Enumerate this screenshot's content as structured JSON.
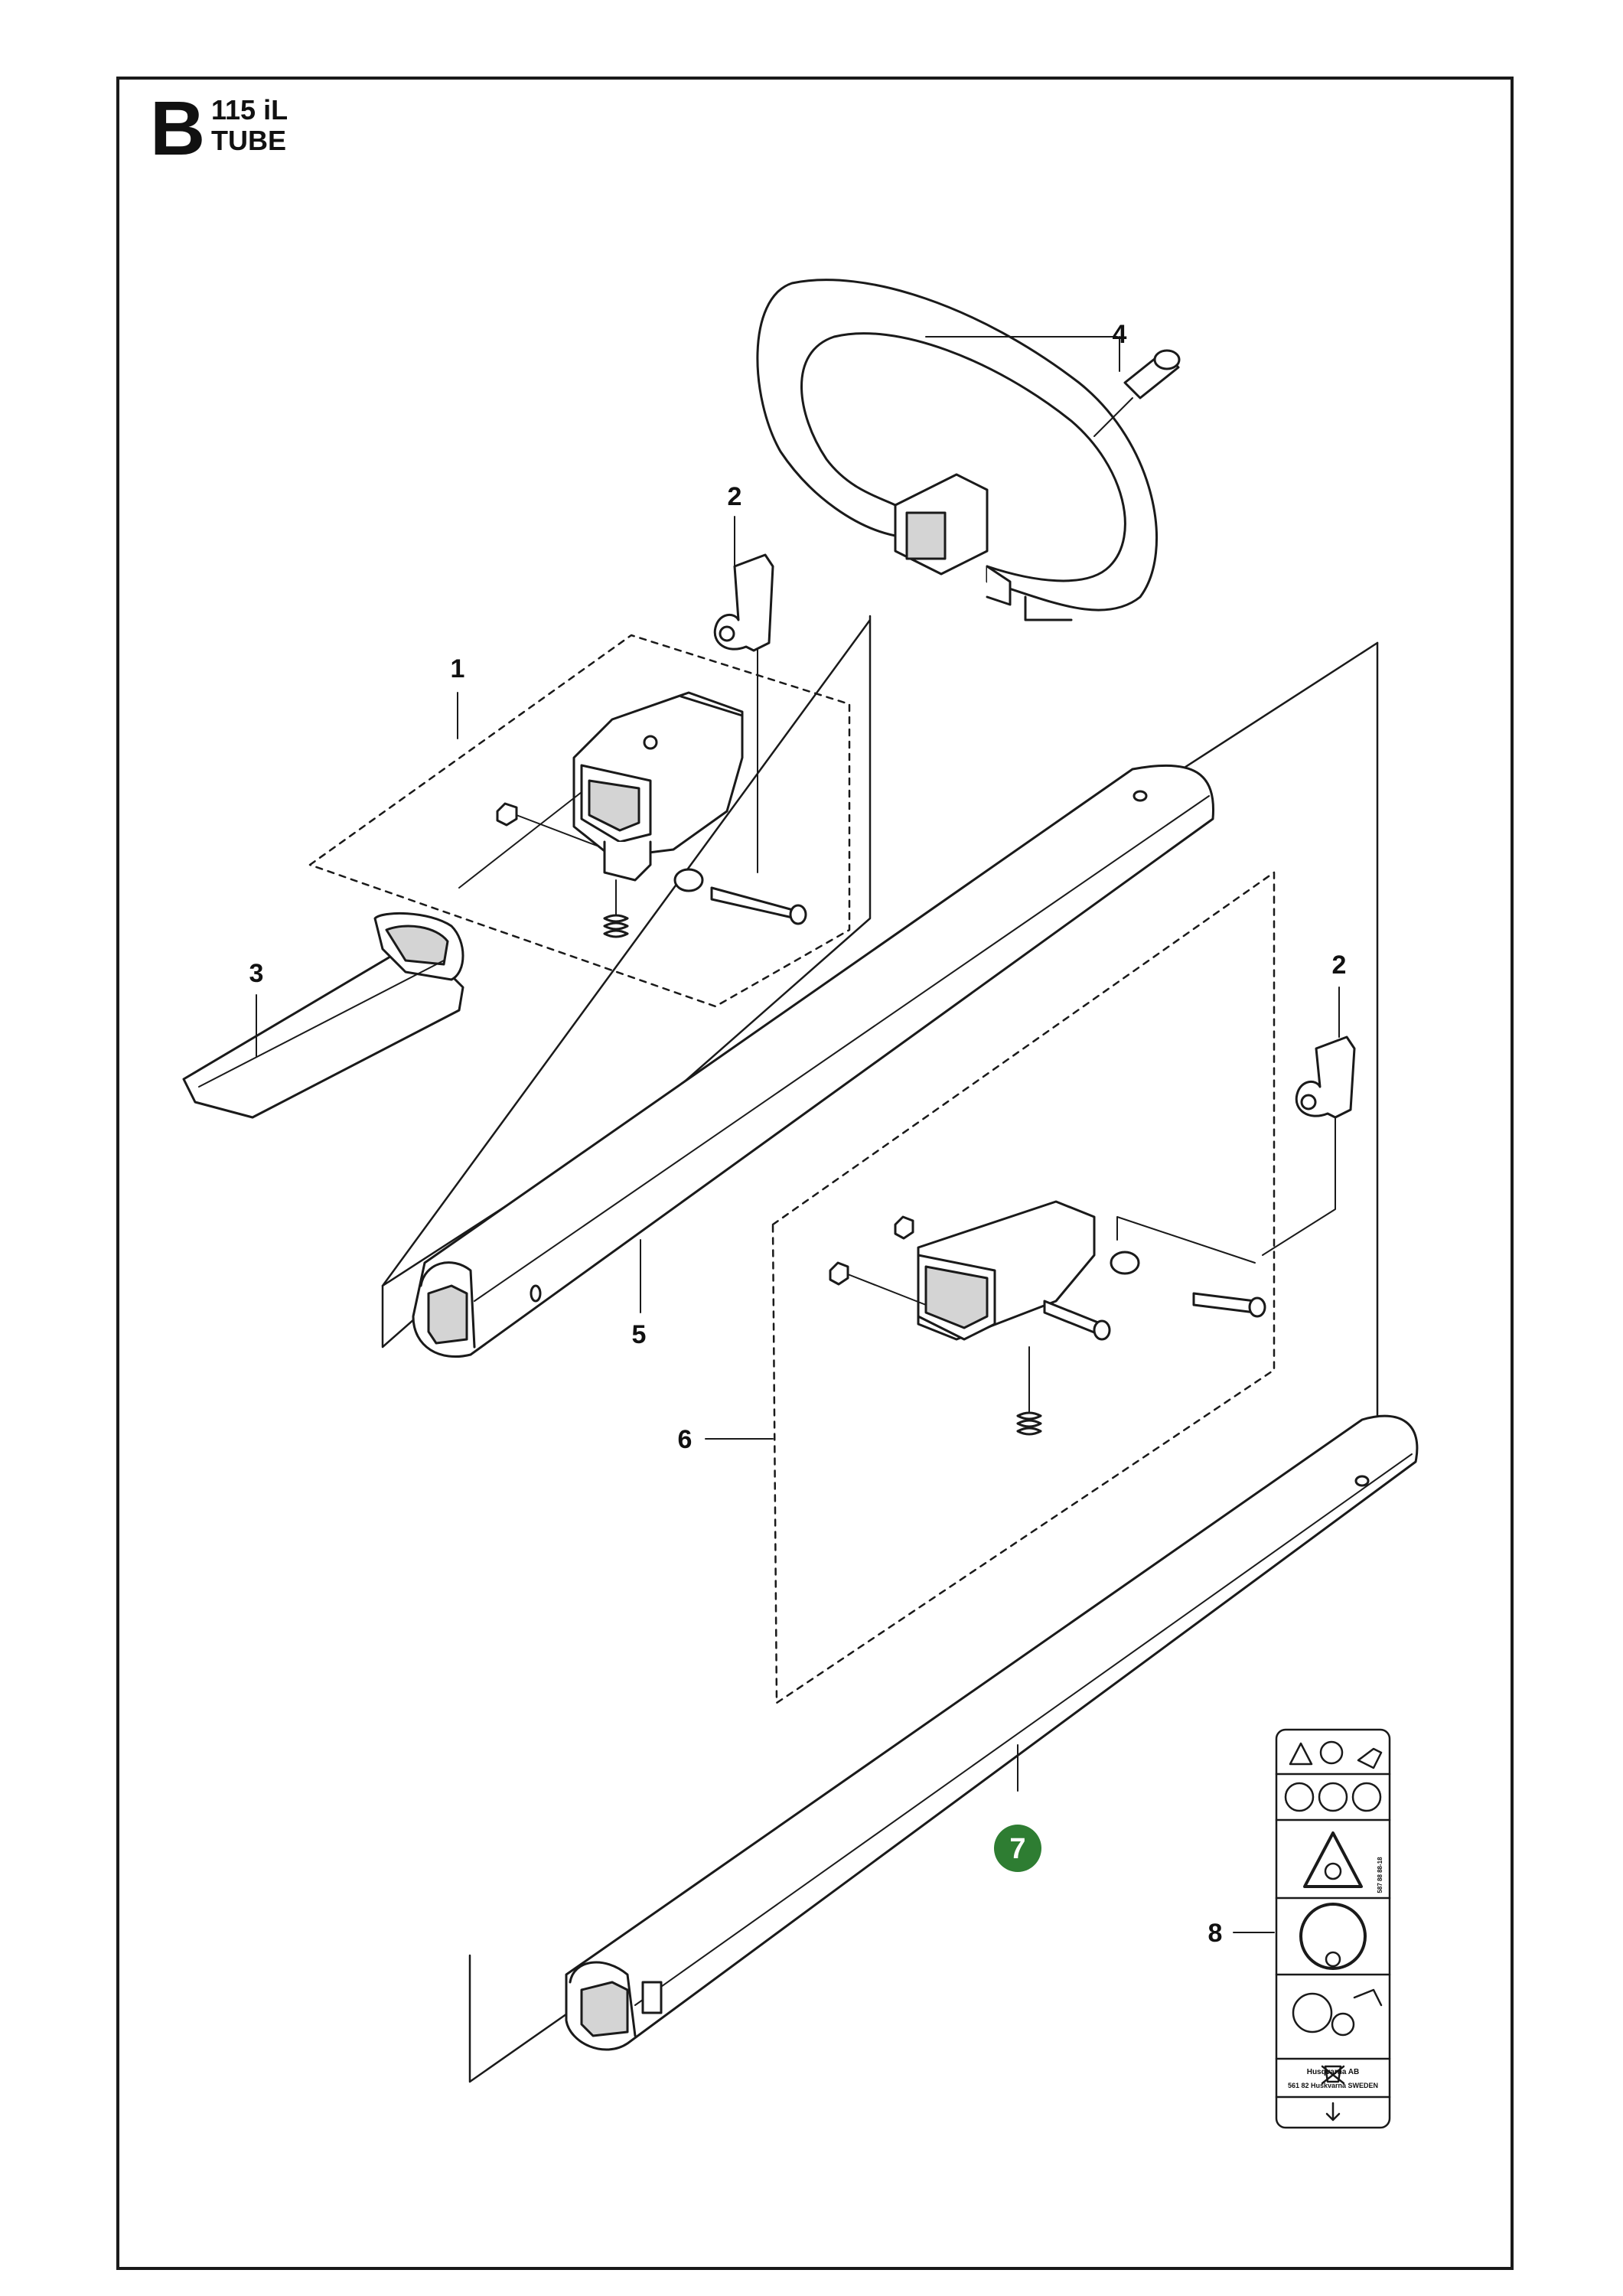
{
  "header": {
    "section_letter": "B",
    "model": "115 iL",
    "section_name": "TUBE"
  },
  "callouts": [
    {
      "id": "1",
      "label": "1"
    },
    {
      "id": "2a",
      "label": "2"
    },
    {
      "id": "2b",
      "label": "2"
    },
    {
      "id": "3",
      "label": "3"
    },
    {
      "id": "4",
      "label": "4"
    },
    {
      "id": "5",
      "label": "5"
    },
    {
      "id": "6",
      "label": "6"
    },
    {
      "id": "7",
      "label": "7",
      "highlighted": true
    },
    {
      "id": "8",
      "label": "8"
    }
  ],
  "colors": {
    "line": "#1a1a1a",
    "part_fill": "#ffffff",
    "shade": "#d4d4d4",
    "highlight_badge": "#2e7d32",
    "highlight_text": "#ffffff"
  },
  "decal": {
    "footer_line1": "Husqvarna AB",
    "footer_line2": "561 82 Huskvarna SWEDEN",
    "part_code": "587 88 88-18"
  },
  "icons": [
    "warning-triangle-icon",
    "read-manual-icon",
    "glove-icon",
    "eye-ear-protection-icon",
    "helmet-icon",
    "boot-icon",
    "thrown-object-warning-icon",
    "safety-distance-icon",
    "no-blade-icon",
    "weee-bin-icon",
    "arrow-down-icon"
  ]
}
